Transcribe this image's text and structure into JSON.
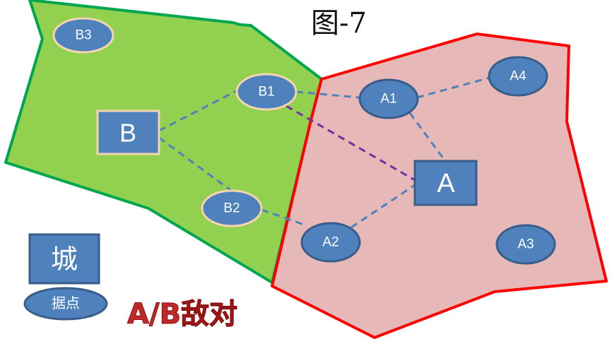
{
  "title": "图-7",
  "colors": {
    "territory_b": "#92d050",
    "territory_b_border": "#00a550",
    "territory_a": "#e6b9b8",
    "territory_a_border": "#ff0000",
    "node": "#4f81bd",
    "node_b_stroke": "#f5d5b0",
    "node_a_stroke": "#385d8a",
    "link": "#4f81bd",
    "enemy_link": "#7030a0"
  },
  "nodes": {
    "B": "B",
    "B1": "B1",
    "B2": "B2",
    "B3": "B3",
    "A": "A",
    "A1": "A1",
    "A2": "A2",
    "A3": "A3",
    "A4": "A4"
  },
  "legend": {
    "city": "城",
    "stronghold": "据点",
    "enemy": "A/B敌对"
  }
}
